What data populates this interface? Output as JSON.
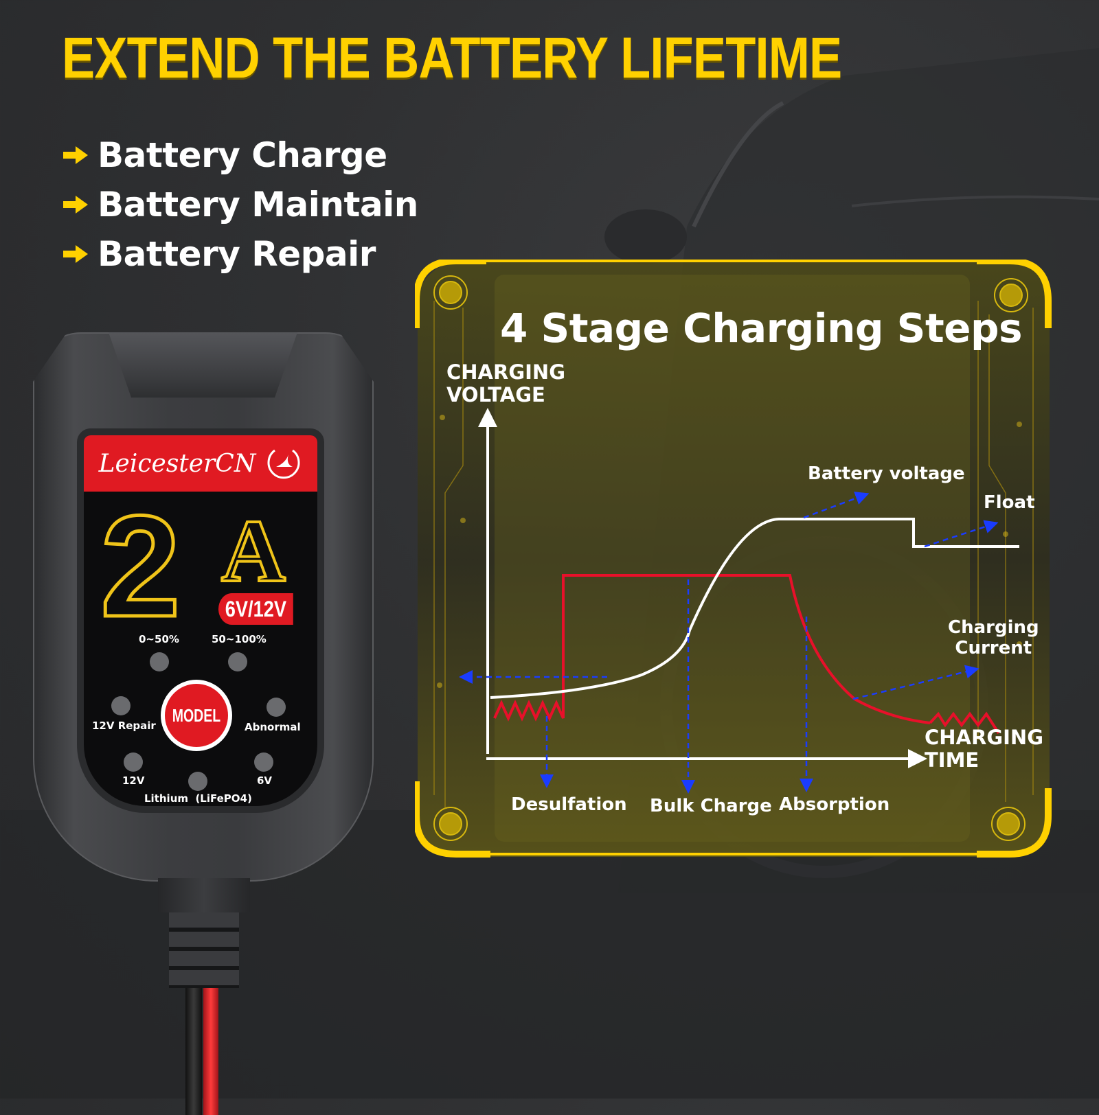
{
  "headline": "EXTEND THE BATTERY LIFETIME",
  "features": [
    {
      "icon": "arrow-right-icon",
      "label": "Battery Charge"
    },
    {
      "icon": "arrow-right-icon",
      "label": "Battery Maintain"
    },
    {
      "icon": "arrow-right-icon",
      "label": "Battery Repair"
    }
  ],
  "device": {
    "brand": "LeicesterCN",
    "current_digit": "2",
    "current_unit": "A",
    "voltage": "6V/12V",
    "button": "MODEL",
    "indicators": {
      "charge_low": "0~50%",
      "charge_high": "50~100%",
      "repair": "12V Repair",
      "abnormal": "Abnormal",
      "v12": "12V",
      "v6": "6V",
      "lithium": "Lithium  (LiFePO4)"
    }
  },
  "chart_panel": {
    "title": "4 Stage Charging Steps",
    "y_axis_label_line1": "CHARGING",
    "y_axis_label_line2": "VOLTAGE",
    "x_axis_label_line1": "CHARGING",
    "x_axis_label_line2": "TIME",
    "callouts": {
      "battery_voltage": "Battery voltage",
      "float": "Float",
      "current_line1": "Charging",
      "current_line2": "Current"
    },
    "stages": [
      "Desulfation",
      "Bulk Charge",
      "Absorption"
    ]
  },
  "colors": {
    "accent_yellow": "#ffd100",
    "brand_red": "#e01a22",
    "voltage_line": "#ffffff",
    "current_line": "#e8102a",
    "pointer_blue": "#1a3cff",
    "background": "#2f3032"
  },
  "chart_data": {
    "type": "line",
    "title": "4 Stage Charging Steps",
    "xlabel": "CHARGING TIME",
    "ylabel": "CHARGING VOLTAGE",
    "stages": [
      "Desulfation",
      "Bulk Charge",
      "Absorption",
      "Float"
    ],
    "series": [
      {
        "name": "Battery voltage",
        "description": "rises slowly during desulfation, steep S-curve during bulk charge, flat high plateau during absorption, steps down to lower level during float"
      },
      {
        "name": "Charging Current",
        "description": "pulsed zigzag during desulfation, jumps to constant high level during bulk charge, decays exponentially during absorption, small pulsed zigzag during float"
      }
    ],
    "grid": false,
    "legend": "inline annotations"
  }
}
